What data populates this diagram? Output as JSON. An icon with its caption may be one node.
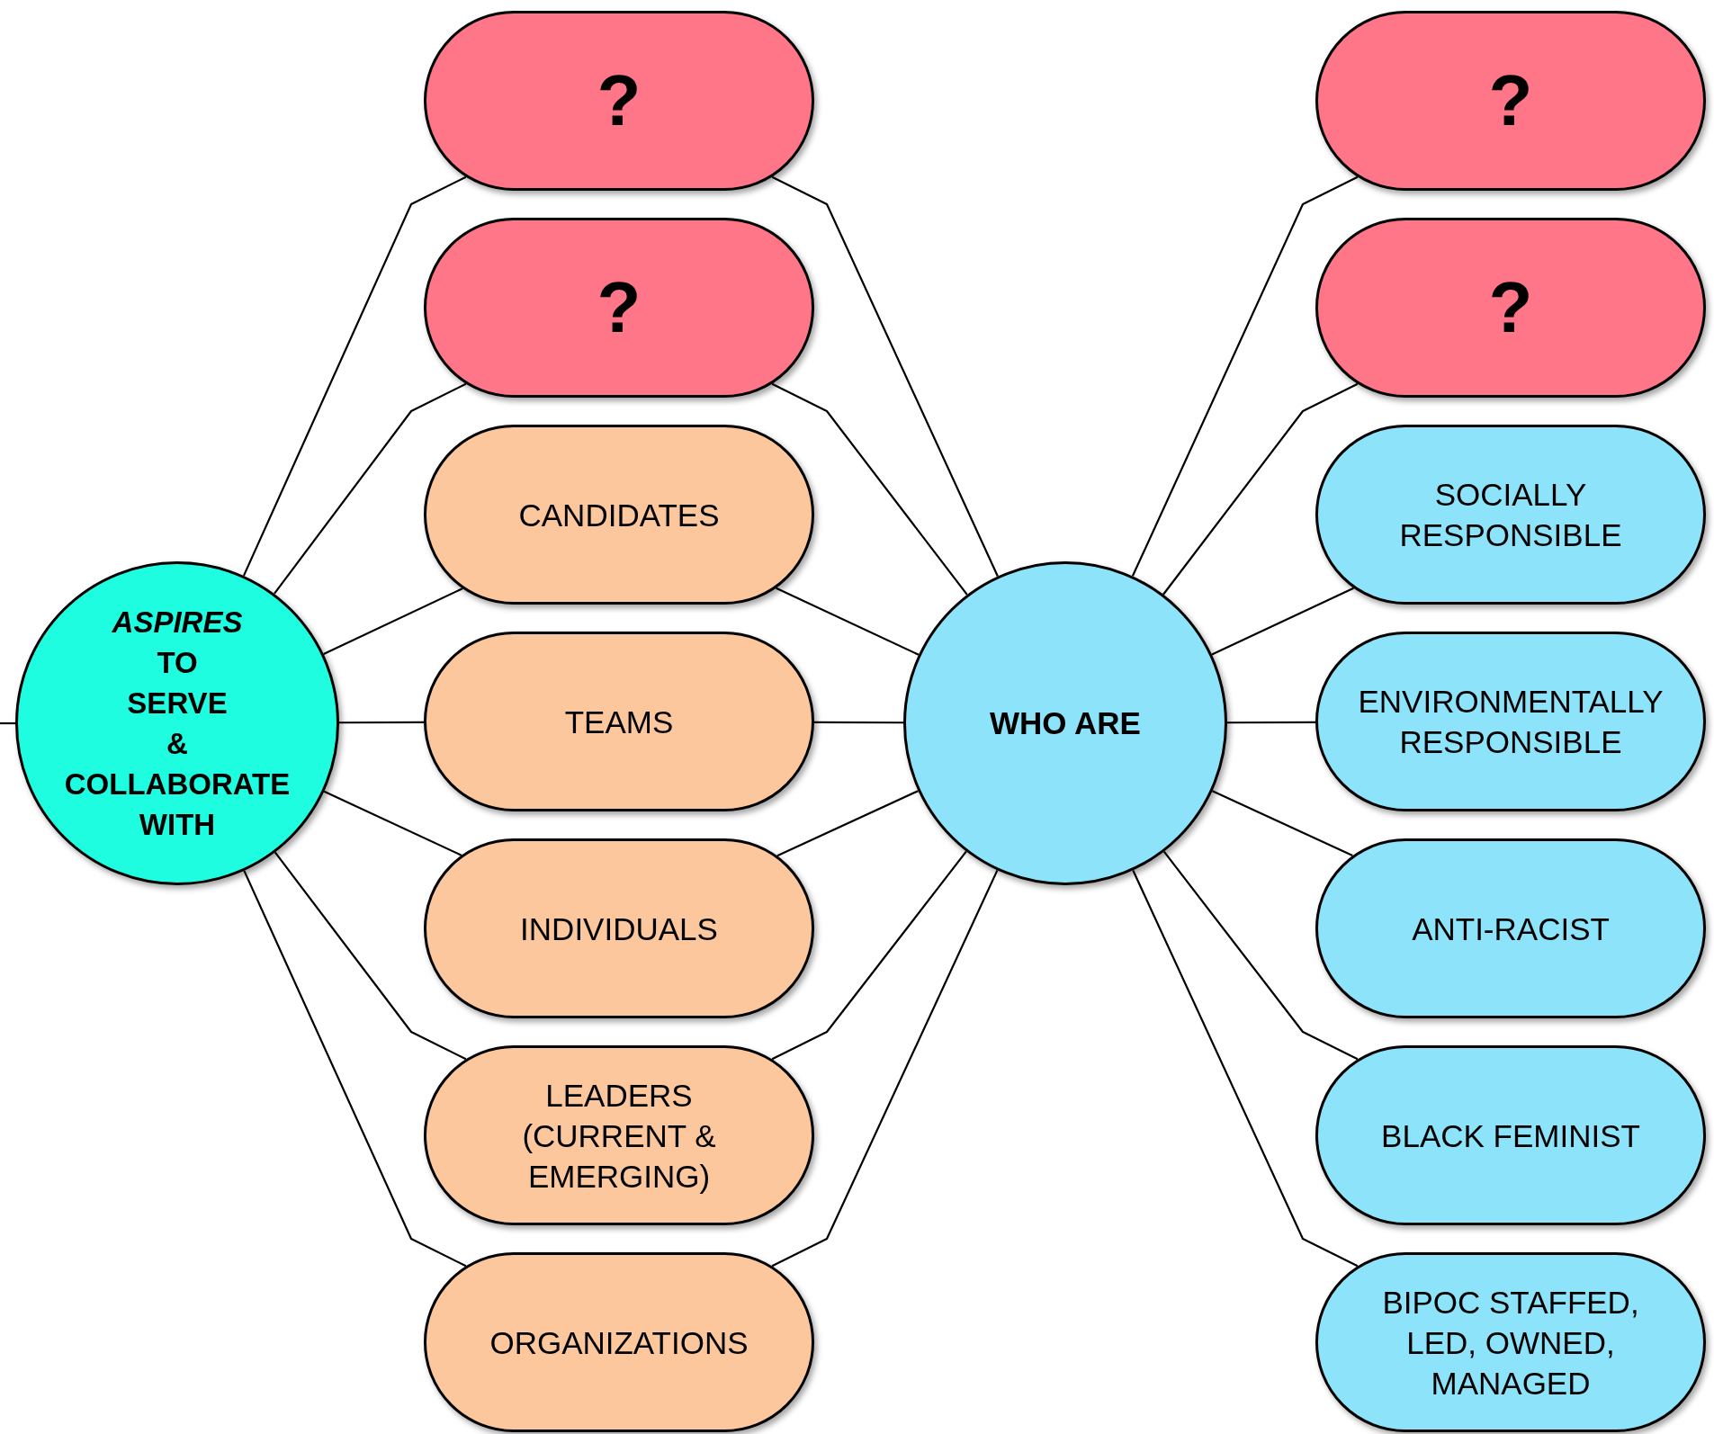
{
  "diagram": {
    "nodes": [
      {
        "text": [
          "*ASPIRES* TO SERVE & COLLABORATE WITH"
        ]
      },
      {
        "text": [
          "?"
        ]
      },
      {
        "text": [
          "?"
        ]
      },
      {
        "text": [
          "CANDIDATES"
        ]
      },
      {
        "text": [
          "TEAMS"
        ]
      },
      {
        "text": [
          "INDIVIDUALS"
        ]
      },
      {
        "text": [
          "LEADERS (CURRENT & EMERGING)"
        ]
      },
      {
        "text": [
          "ORGANIZATIONS"
        ]
      },
      {
        "text": [
          "WHO ARE"
        ]
      },
      {
        "text": [
          "?"
        ]
      },
      {
        "text": [
          "?"
        ]
      },
      {
        "text": [
          "SOCIALLY RESPONSIBLE"
        ]
      },
      {
        "text": [
          "ENVIRONMENTALLY RESPONSIBLE"
        ]
      },
      {
        "text": [
          "ANTI-RACIST"
        ]
      },
      {
        "text": [
          "BLACK FEMINIST"
        ]
      },
      {
        "text": [
          "BIPOC STAFFED, LED, OWNED, MANAGED"
        ]
      }
    ],
    "edges": [
      {
        "from": null,
        "to": 0,
        "arrow": "none"
      },
      {
        "from": 0,
        "to": 1,
        "arrow": "none"
      },
      {
        "from": 0,
        "to": 2,
        "arrow": "none"
      },
      {
        "from": 0,
        "to": 3,
        "arrow": "none"
      },
      {
        "from": 0,
        "to": 4,
        "arrow": "none"
      },
      {
        "from": 0,
        "to": 5,
        "arrow": "none"
      },
      {
        "from": 0,
        "to": 6,
        "arrow": "none"
      },
      {
        "from": 0,
        "to": 7,
        "arrow": "none"
      },
      {
        "from": 1,
        "to": 8,
        "arrow": "none"
      },
      {
        "from": 2,
        "to": 8,
        "arrow": "none"
      },
      {
        "from": 3,
        "to": 8,
        "arrow": "none"
      },
      {
        "from": 4,
        "to": 8,
        "arrow": "none"
      },
      {
        "from": 5,
        "to": 8,
        "arrow": "none"
      },
      {
        "from": 6,
        "to": 8,
        "arrow": "none"
      },
      {
        "from": 7,
        "to": 8,
        "arrow": "none"
      },
      {
        "from": 8,
        "to": 9,
        "arrow": "none"
      },
      {
        "from": 8,
        "to": 10,
        "arrow": "none"
      },
      {
        "from": 8,
        "to": 11,
        "arrow": "none"
      },
      {
        "from": 8,
        "to": 12,
        "arrow": "none"
      },
      {
        "from": 8,
        "to": 13,
        "arrow": "none"
      },
      {
        "from": 8,
        "to": 14,
        "arrow": "none"
      },
      {
        "from": 8,
        "to": 15,
        "arrow": "none"
      }
    ]
  }
}
